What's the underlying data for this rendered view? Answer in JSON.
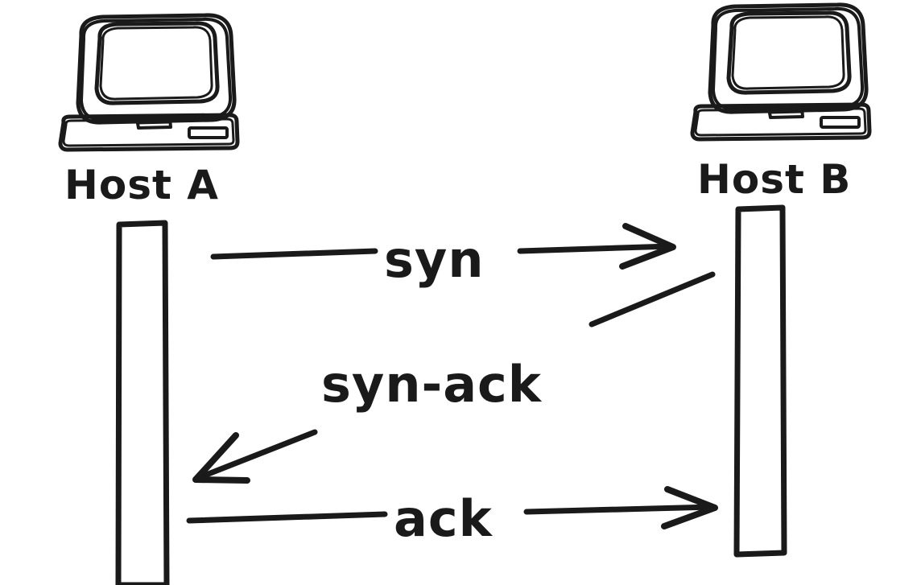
{
  "diagram": {
    "title": "TCP three-way handshake sequence diagram",
    "style": "hand-drawn sketch, black ink on white",
    "ink_color": "#1a1a1a",
    "background_color": "#ffffff",
    "nodes": [
      {
        "id": "host-a",
        "label": "Host A",
        "icon": "desktop-computer-icon",
        "side": "left"
      },
      {
        "id": "host-b",
        "label": "Host B",
        "icon": "desktop-computer-icon",
        "side": "right"
      }
    ],
    "lifelines": [
      {
        "id": "lifeline-a",
        "belongs_to": "Host A"
      },
      {
        "id": "lifeline-b",
        "belongs_to": "Host B"
      }
    ],
    "messages": [
      {
        "id": "msg-syn",
        "label": "syn",
        "from": "Host A",
        "to": "Host B",
        "direction": "right",
        "order": 1
      },
      {
        "id": "msg-syn-ack",
        "label": "syn-ack",
        "from": "Host B",
        "to": "Host A",
        "direction": "left",
        "order": 2
      },
      {
        "id": "msg-ack",
        "label": "ack",
        "from": "Host A",
        "to": "Host B",
        "direction": "right",
        "order": 3
      }
    ]
  }
}
